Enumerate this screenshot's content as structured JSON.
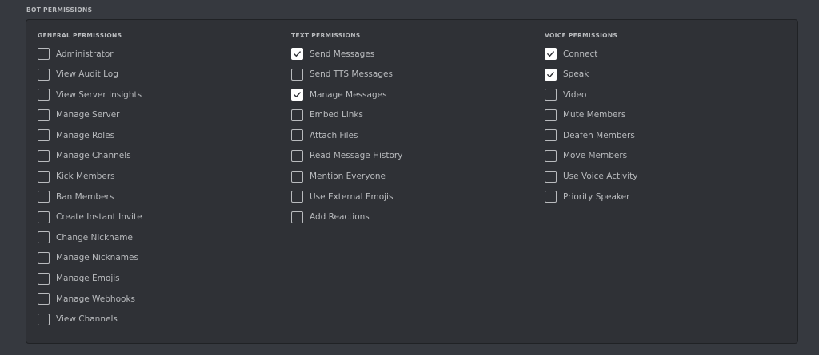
{
  "section_title": "BOT PERMISSIONS",
  "columns": [
    {
      "key": "general",
      "header": "GENERAL PERMISSIONS",
      "items": [
        {
          "label": "Administrator",
          "checked": false
        },
        {
          "label": "View Audit Log",
          "checked": false
        },
        {
          "label": "View Server Insights",
          "checked": false
        },
        {
          "label": "Manage Server",
          "checked": false
        },
        {
          "label": "Manage Roles",
          "checked": false
        },
        {
          "label": "Manage Channels",
          "checked": false
        },
        {
          "label": "Kick Members",
          "checked": false
        },
        {
          "label": "Ban Members",
          "checked": false
        },
        {
          "label": "Create Instant Invite",
          "checked": false
        },
        {
          "label": "Change Nickname",
          "checked": false
        },
        {
          "label": "Manage Nicknames",
          "checked": false
        },
        {
          "label": "Manage Emojis",
          "checked": false
        },
        {
          "label": "Manage Webhooks",
          "checked": false
        },
        {
          "label": "View Channels",
          "checked": false
        }
      ]
    },
    {
      "key": "text",
      "header": "TEXT PERMISSIONS",
      "items": [
        {
          "label": "Send Messages",
          "checked": true
        },
        {
          "label": "Send TTS Messages",
          "checked": false
        },
        {
          "label": "Manage Messages",
          "checked": true
        },
        {
          "label": "Embed Links",
          "checked": false
        },
        {
          "label": "Attach Files",
          "checked": false
        },
        {
          "label": "Read Message History",
          "checked": false
        },
        {
          "label": "Mention Everyone",
          "checked": false
        },
        {
          "label": "Use External Emojis",
          "checked": false
        },
        {
          "label": "Add Reactions",
          "checked": false
        }
      ]
    },
    {
      "key": "voice",
      "header": "VOICE PERMISSIONS",
      "items": [
        {
          "label": "Connect",
          "checked": true
        },
        {
          "label": "Speak",
          "checked": true
        },
        {
          "label": "Video",
          "checked": false
        },
        {
          "label": "Mute Members",
          "checked": false
        },
        {
          "label": "Deafen Members",
          "checked": false
        },
        {
          "label": "Move Members",
          "checked": false
        },
        {
          "label": "Use Voice Activity",
          "checked": false
        },
        {
          "label": "Priority Speaker",
          "checked": false
        }
      ]
    }
  ],
  "colors": {
    "background": "#36393f",
    "panel": "#2f3136",
    "text": "#b9bbbe",
    "checked_fill": "#ffffff",
    "checkmark": "#2f3136"
  },
  "icons": {
    "checked": "checkmark-icon"
  }
}
